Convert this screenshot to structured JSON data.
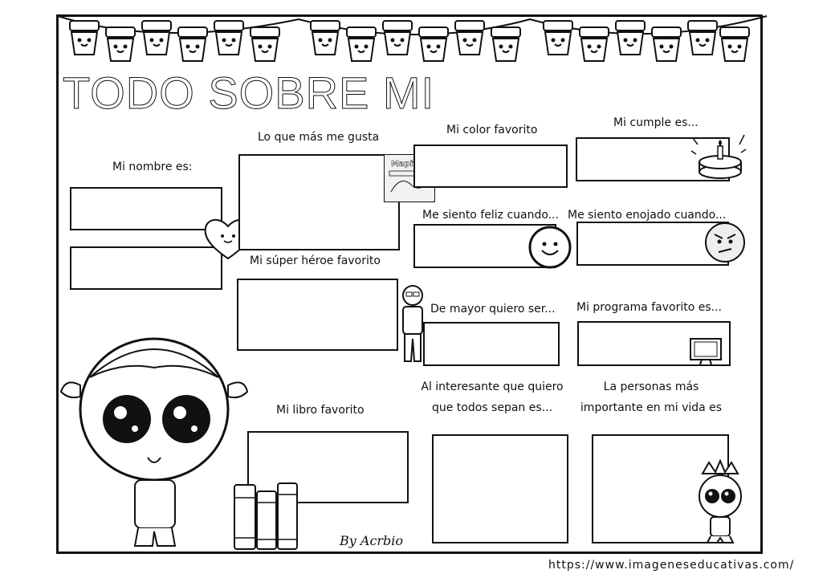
{
  "title": "TODO SOBRE MI",
  "labels": {
    "nombre": "Mi nombre es:",
    "gusta": "Lo que más me gusta",
    "color": "Mi color favorito",
    "cumple": "Mi cumple es...",
    "feliz": "Me siento feliz cuando...",
    "enojado": "Me siento enojado cuando...",
    "heroe": "Mi súper héroe favorito",
    "mayor": "De mayor quiero ser...",
    "programa": "Mi programa favorito es...",
    "interesante_1": "Al interesante que quiero",
    "interesante_2": "que todos sepan es...",
    "personas_1": "La personas más",
    "personas_2": "importante en mi vida es",
    "libro": "Mi libro favorito"
  },
  "signature": "By Acrbio",
  "footer_url": "https://www.imageneseducativas.com/",
  "logo_text": "Mapita",
  "colors": {
    "ink": "#111111",
    "paper": "#ffffff"
  },
  "icons": [
    "cupcake-bunting",
    "heart-icon",
    "smiley-icon",
    "angry-face-icon",
    "birthday-cake-icon",
    "tv-icon",
    "boy-figure",
    "girl-character",
    "books-icon",
    "kid-with-crown"
  ]
}
